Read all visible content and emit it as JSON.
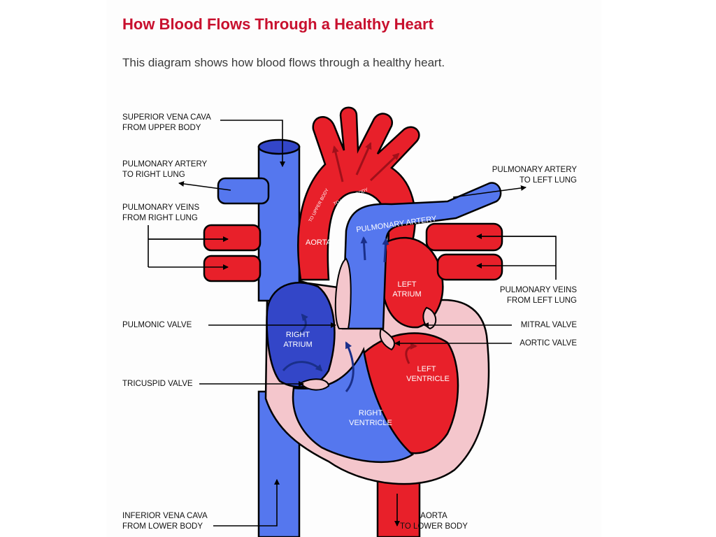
{
  "title": "How Blood Flows Through a Healthy Heart",
  "intro": "This diagram shows how blood flows through a healthy heart.",
  "colors": {
    "title_red": "#c8102e",
    "oxygenated_red": "#e8202a",
    "deoxygenated_blue": "#5577ee",
    "chamber_blue": "#3346c8",
    "pink_wall": "#f4c6cc",
    "outline": "#000000"
  },
  "labels": {
    "superior_vena_cava": [
      "SUPERIOR VENA CAVA",
      "FROM UPPER BODY"
    ],
    "pulmonary_artery_right": [
      "PULMONARY ARTERY",
      "TO RIGHT LUNG"
    ],
    "pulmonary_veins_right": [
      "PULMONARY VEINS",
      "FROM RIGHT LUNG"
    ],
    "pulmonic_valve": "PULMONIC VALVE",
    "tricuspid_valve": "TRICUSPID VALVE",
    "inferior_vena_cava": [
      "INFERIOR VENA CAVA",
      "FROM LOWER BODY"
    ],
    "pulmonary_artery_left": [
      "PULMONARY ARTERY",
      "TO LEFT LUNG"
    ],
    "pulmonary_veins_left": [
      "PULMONARY VEINS",
      "FROM LEFT LUNG"
    ],
    "mitral_valve": "MITRAL VALVE",
    "aortic_valve": "AORTIC VALVE",
    "aorta_lower": [
      "AORTA",
      "TO LOWER BODY"
    ]
  },
  "inner_labels": {
    "aorta": "AORTA",
    "pulmonary_artery": "PULMONARY ARTERY",
    "to_upper_body_1": "TO UPPER BODY",
    "to_upper_body_2": "TO UPPER BODY",
    "left_atrium": [
      "LEFT",
      "ATRIUM"
    ],
    "right_atrium": [
      "RIGHT",
      "ATRIUM"
    ],
    "left_ventricle": [
      "LEFT",
      "VENTRICLE"
    ],
    "right_ventricle": [
      "RIGHT",
      "VENTRICLE"
    ]
  }
}
